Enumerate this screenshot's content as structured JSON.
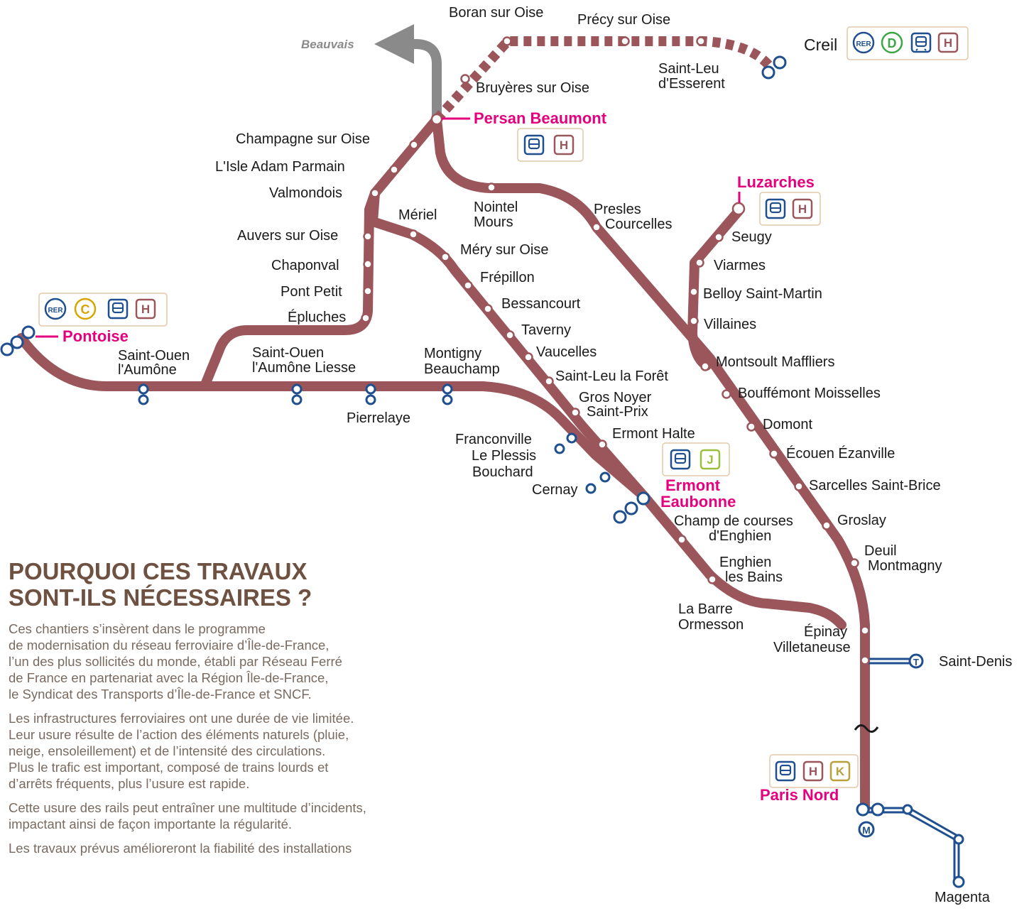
{
  "colors": {
    "line": "#9b565b",
    "hub": "#e5007d",
    "correspondence": "#1f4f8f",
    "beauvais_branch": "#8a8a8a",
    "heading": "#6e5140",
    "body_text": "#7a6a5f",
    "badge_rer": "#1f4f8f",
    "badge_train": "#1f4f8f",
    "badge_h": "#9b565b",
    "badge_c": "#d9a400",
    "badge_d": "#3ea647",
    "badge_j": "#9bbf3a",
    "badge_k": "#b9a03b"
  },
  "branch": {
    "beauvais": "Beauvais"
  },
  "hubs": {
    "persan": "Persan Beaumont",
    "pontoise": "Pontoise",
    "luzarches": "Luzarches",
    "ermont_1": "Ermont",
    "ermont_2": "Eaubonne",
    "paris_nord": "Paris Nord"
  },
  "badges": {
    "rer": "RER",
    "c": "C",
    "d": "D",
    "h": "H",
    "j": "J",
    "k": "K",
    "train_icon": "train-icon"
  },
  "stations": {
    "boran": "Boran sur Oise",
    "precy": "Précy sur Oise",
    "creil": "Creil",
    "saint_leu_1": "Saint-Leu",
    "saint_leu_2": "d'Esserent",
    "bruyeres": "Bruyères sur Oise",
    "champagne": "Champagne sur Oise",
    "isle_adam": "L'Isle Adam  Parmain",
    "valmondois": "Valmondois",
    "auvers": "Auvers sur Oise",
    "chaponval": "Chaponval",
    "pont_petit": "Pont Petit",
    "epluches": "Épluches",
    "saint_ouen_1": "Saint-Ouen",
    "saint_ouen_2": "l'Aumône",
    "saint_ouen_liesse_1": "Saint-Ouen",
    "saint_ouen_liesse_2": "l'Aumône Liesse",
    "pierrelaye": "Pierrelaye",
    "montigny_1": "Montigny",
    "montigny_2": "Beauchamp",
    "franconville_1": "Franconville",
    "franconville_2": "Le Plessis",
    "franconville_3": "Bouchard",
    "cernay": "Cernay",
    "meriel": "Mériel",
    "mery": "Méry sur Oise",
    "frepillon": "Frépillon",
    "bessancourt": "Bessancourt",
    "taverny": "Taverny",
    "vaucelles": "Vaucelles",
    "saint_leu_foret": "Saint-Leu la Forêt",
    "gros_noyer_1": "Gros Noyer",
    "gros_noyer_2": "Saint-Prix",
    "ermont_halte": "Ermont Halte",
    "nointel_1": "Nointel",
    "nointel_2": "Mours",
    "presles_1": "Presles",
    "presles_2": "Courcelles",
    "seugy": "Seugy",
    "viarmes": "Viarmes",
    "belloy": "Belloy Saint-Martin",
    "villaines": "Villaines",
    "montsoult": "Montsoult Maffliers",
    "bouffemont": "Bouffémont Moisselles",
    "domont": "Domont",
    "ecouen": "Écouen Ézanville",
    "sarcelles": "Sarcelles Saint-Brice",
    "groslay": "Groslay",
    "deuil_1": "Deuil",
    "deuil_2": "Montmagny",
    "champ_1": "Champ de courses",
    "champ_2": "d'Enghien",
    "enghien_1": "Enghien",
    "enghien_2": "les Bains",
    "la_barre_1": "La Barre",
    "la_barre_2": "Ormesson",
    "epinay_1": "Épinay",
    "epinay_2": "Villetaneuse",
    "saint_denis": "Saint-Denis",
    "saint_denis_badge": "T",
    "metro_badge": "M",
    "magenta": "Magenta"
  },
  "text": {
    "heading": "POURQUOI CES TRAVAUX\nSONT-ILS NÉCESSAIRES ?",
    "paragraphs": [
      "Ces chantiers s’insèrent dans le programme\nde modernisation du réseau ferroviaire d’Île-de-France,\nl’un des plus sollicités du monde, établi par Réseau Ferré\nde France en partenariat avec la Région Île-de-France,\nle Syndicat des Transports d’Île-de-France et SNCF.",
      "Les infrastructures ferroviaires ont une durée de vie limitée.\nLeur usure résulte de l’action des éléments naturels (pluie,\nneige, ensoleillement) et de l’intensité des circulations.\n Plus le trafic est important, composé de trains lourds et\nd’arrêts fréquents, plus l’usure est rapide.",
      "Cette usure des rails peut entraîner une multitude d’incidents,\nimpactant ainsi de façon importante la régularité.",
      "Les travaux prévus amélioreront la fiabilité des installations"
    ]
  }
}
